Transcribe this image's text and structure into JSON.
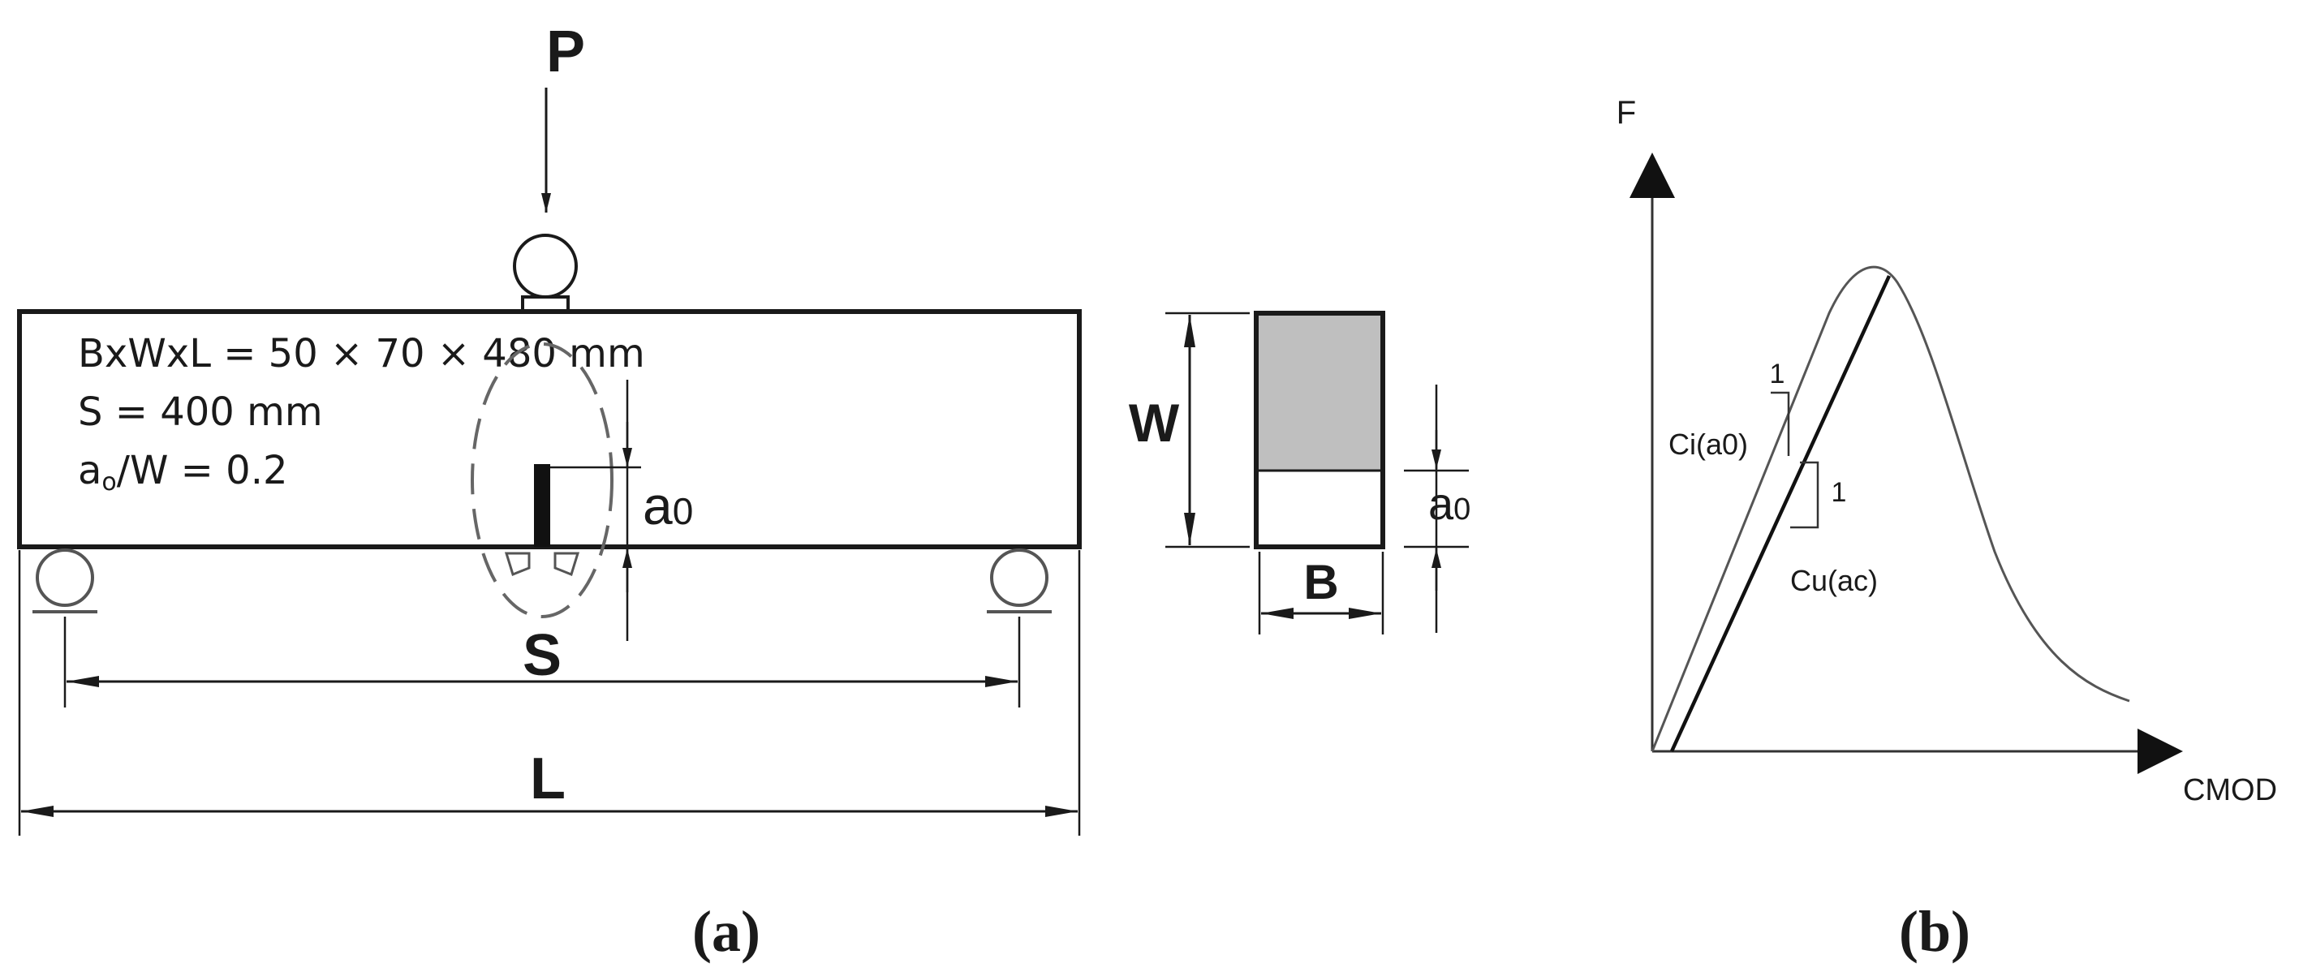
{
  "panel_a": {
    "load_label": "P",
    "dims_text": "BxWxL =  50 × 70 × 480 mm",
    "span_text": "S = 400 mm",
    "ratio_a": "a",
    "ratio_sub": "o",
    "ratio_rest": "/W = 0.2",
    "notch_label": "a",
    "notch_sub": "0",
    "span_label": "S",
    "length_label": "L",
    "height_label": "W",
    "width_label": "B",
    "section_notch_label": "a",
    "section_notch_sub": "0",
    "caption": "(a)"
  },
  "panel_b": {
    "y_axis_label": "F",
    "x_axis_label": "CMOD",
    "initial_compliance_label": "Ci(a0)",
    "unloading_compliance_label": "Cu(ac)",
    "slope_one_upper": "1",
    "slope_one_lower": "1",
    "caption": "(b)"
  }
}
